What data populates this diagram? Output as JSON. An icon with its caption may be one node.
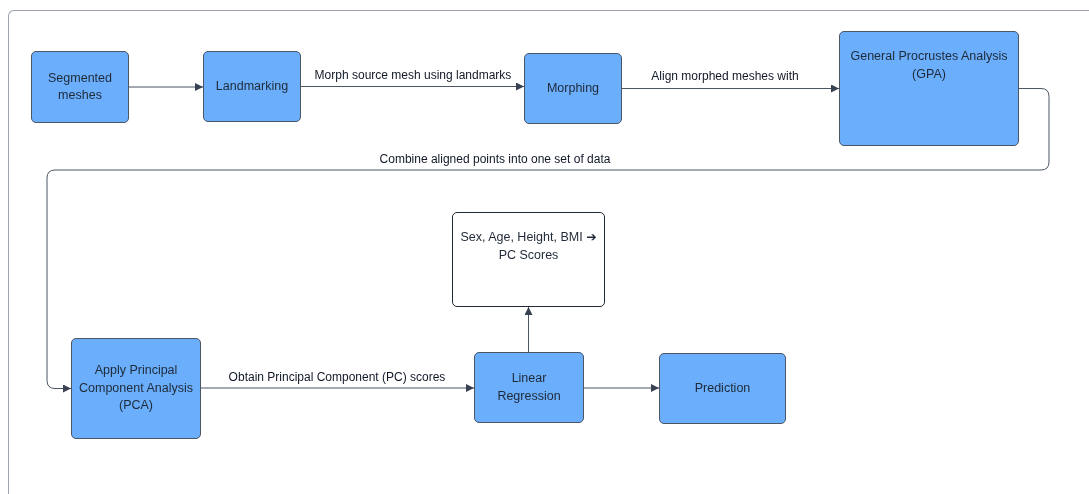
{
  "diagram": {
    "nodes": [
      {
        "text": [
          "Segmented meshes"
        ]
      },
      {
        "text": [
          "Landmarking"
        ]
      },
      {
        "text": [
          "Morphing"
        ]
      },
      {
        "text": [
          "General Procrustes Analysis (GPA)"
        ]
      },
      {
        "text": [
          "Sex, Age, Height, BMI ➔ PC Scores"
        ]
      },
      {
        "text": [
          "Apply Principal Component Analysis (PCA)"
        ]
      },
      {
        "text": [
          "Linear Regression"
        ]
      },
      {
        "text": [
          "Prediction"
        ]
      }
    ],
    "edges": [
      {
        "from": 0,
        "to": 1,
        "arrow": "to"
      },
      {
        "from": 1,
        "to": 2,
        "arrow": "to",
        "label": "Morph source mesh using landmarks"
      },
      {
        "from": 2,
        "to": 3,
        "arrow": "to",
        "label": "Align morphed meshes with"
      },
      {
        "from": 3,
        "to": 5,
        "arrow": "to",
        "label": "Combine aligned points into one set of data"
      },
      {
        "from": 5,
        "to": 6,
        "arrow": "to",
        "label": "Obtain Principal Component (PC) scores"
      },
      {
        "from": 6,
        "to": 4,
        "arrow": "to"
      },
      {
        "from": 6,
        "to": 7,
        "arrow": "to"
      }
    ]
  }
}
